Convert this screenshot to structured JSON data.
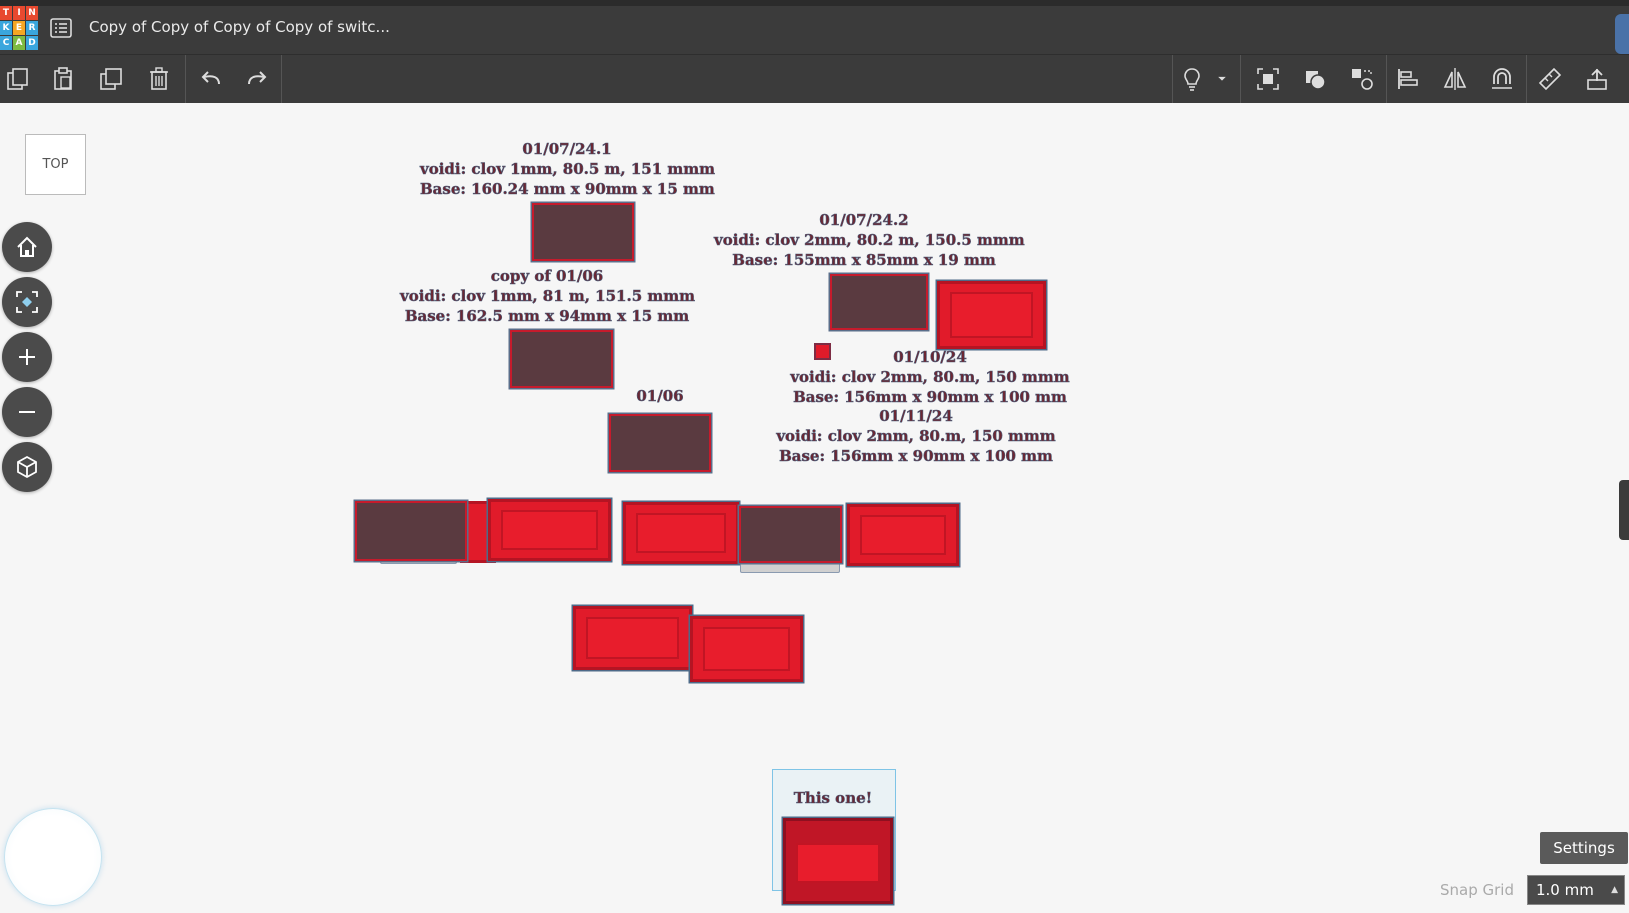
{
  "app": {
    "logo_letters": [
      "T",
      "I",
      "N",
      "K",
      "E",
      "R",
      "C",
      "A",
      "D"
    ],
    "logo_colors": [
      "#e8492f",
      "#e8492f",
      "#e8492f",
      "#3aa6dd",
      "#f5a623",
      "#3aa6dd",
      "#3aa6dd",
      "#7dbb42",
      "#3aa6dd"
    ],
    "title": "Copy of Copy of Copy of Copy of switc..."
  },
  "toolbar": {
    "left_icons": [
      "copy-icon",
      "paste-icon",
      "duplicate-icon",
      "trash-icon",
      "undo-icon",
      "redo-icon"
    ],
    "right_icons": [
      "lightbulb-icon",
      "dropdown-caret-icon",
      "camera-frame-icon",
      "shapes-icon",
      "group-icon",
      "align-icon",
      "mirror-icon",
      "magnet-icon",
      "ruler-icon",
      "export-icon"
    ]
  },
  "view": {
    "cube_label": "TOP",
    "nav_buttons": [
      "home-icon",
      "fit-view-icon",
      "zoom-in-icon",
      "zoom-out-icon",
      "perspective-cube-icon"
    ]
  },
  "labels": {
    "l1": [
      "01/07/24.1",
      "voidi: clov 1mm, 80.5 m, 151 mmm",
      "Base: 160.24 mm x 90mm x 15 mm"
    ],
    "l2": [
      "01/07/24.2",
      "voidi: clov 2mm, 80.2 m, 150.5 mmm",
      "Base: 155mm x 85mm x 19 mm"
    ],
    "l3": [
      "copy of 01/06",
      "voidi: clov 1mm, 81 m, 151.5 mmm",
      "Base: 162.5 mm x 94mm x 15 mm"
    ],
    "l4": [
      "01/06"
    ],
    "l5": [
      "01/10/24",
      "voidi: clov 2mm, 80.m, 150 mmm",
      "Base: 156mm x 90mm x 100 mm"
    ],
    "l6": [
      "01/11/24",
      "voidi: clov 2mm, 80.m, 150 mmm",
      "Base: 156mm x 90mm x 100 mm"
    ],
    "l7": [
      "This one!"
    ]
  },
  "bottom": {
    "settings_label": "Settings",
    "snap_label": "Snap Grid",
    "snap_value": "1.0 mm"
  }
}
